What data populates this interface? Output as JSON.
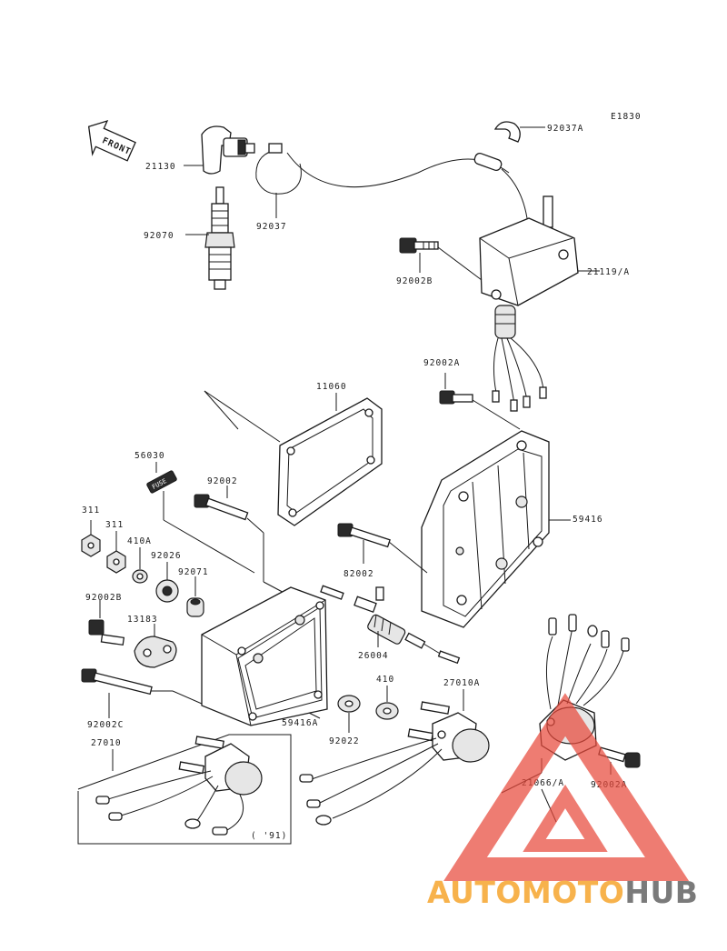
{
  "diagram_code": "E1830",
  "front_label": "FRONT",
  "fuse_label": "FUSE",
  "year_note": "( '91)",
  "parts": [
    "21130",
    "92037",
    "92037A",
    "92070",
    "21119/A",
    "92002B",
    "92002A",
    "11060",
    "56030",
    "92002",
    "59416",
    "311",
    "311",
    "410A",
    "92026",
    "92071",
    "82002",
    "92002B",
    "13183",
    "26004",
    "59416A",
    "92002C",
    "410",
    "92022",
    "27010A",
    "27010",
    "21066/A",
    "92002A"
  ],
  "watermark": {
    "part1": "AUTOMOTO",
    "part2": "HUB",
    "color1": "#f7b24c",
    "color2": "#7a7a7a",
    "triangle_color": "#e84a3c"
  }
}
